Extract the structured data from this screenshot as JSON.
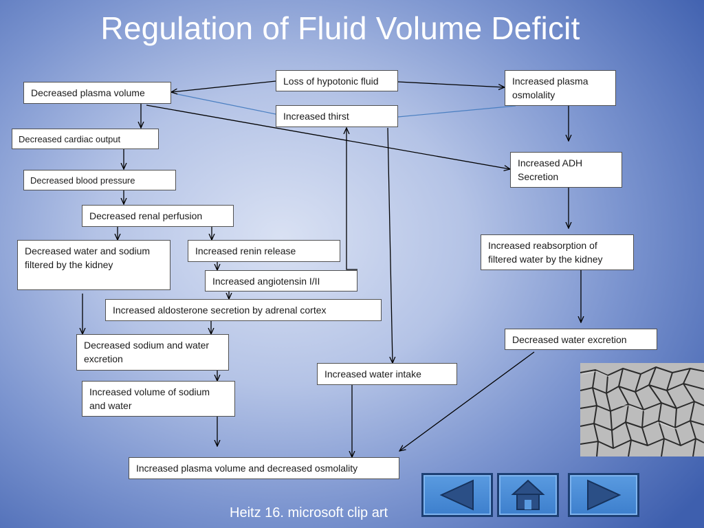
{
  "slide": {
    "title": "Regulation of Fluid Volume Deficit",
    "footer": "Heitz 16. microsoft clip art"
  },
  "nodes": {
    "loss_hypotonic": "Loss of hypotonic fluid",
    "decreased_plasma_volume": "Decreased plasma volume",
    "increased_plasma_osmolality": "Increased plasma osmolality",
    "increased_thirst": "Increased  thirst",
    "decreased_cardiac_output": "Decreased cardiac output",
    "increased_adh": "Increased ADH Secretion",
    "decreased_blood_pressure": "Decreased blood pressure",
    "decreased_renal_perfusion": "Decreased renal perfusion",
    "increased_reabsorption": "Increased reabsorption of filtered water by the kidney",
    "decreased_water_sodium_filtered": "Decreased water and sodium filtered by the kidney",
    "increased_renin": "Increased renin release",
    "increased_angiotensin": "Increased  angiotensin I/II",
    "increased_aldosterone": "Increased  aldosterone secretion by adrenal cortex",
    "decreased_water_excretion": "Decreased water excretion",
    "decreased_sodium_water_excretion": "Decreased sodium and water excretion",
    "increased_water_intake": "Increased water intake",
    "increased_volume_sodium_water": "Increased volume of sodium and water",
    "increased_plasma_volume_decreased_osmolality": "Increased plasma volume and decreased osmolality"
  },
  "navigation": {
    "buttons": [
      {
        "name": "previous",
        "icon": "arrow-left-icon"
      },
      {
        "name": "home",
        "icon": "home-icon"
      },
      {
        "name": "next",
        "icon": "arrow-right-icon"
      }
    ]
  },
  "colors": {
    "background_center": "#d9e1f3",
    "background_edge": "#3e5fae",
    "box_fill": "#ffffff",
    "arrow": "#000000",
    "connector_blue": "#4a7fc1",
    "nav_button": "#4a8cd8"
  }
}
